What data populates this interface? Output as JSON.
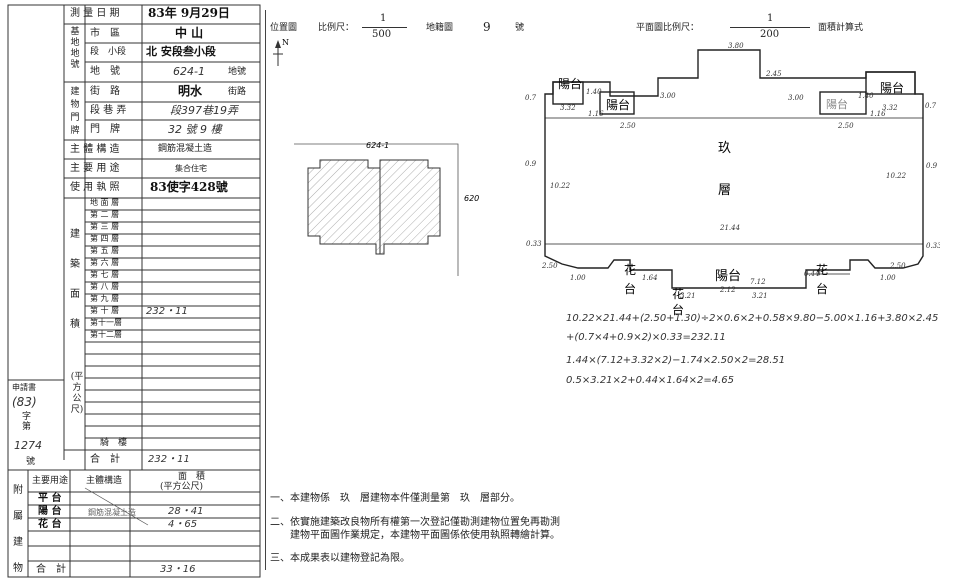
{
  "left": {
    "survey_date_label": "測 量 日 期",
    "survey_date": "83年 9月29日",
    "city_label": "市　區",
    "city": "中 山",
    "section_label": "段　小段",
    "section": "北 安段叁小段",
    "lot_label": "地　號",
    "lot": "624-1",
    "lot_suffix": "地號",
    "land_group": "基地地號",
    "door_group": "建物門牌",
    "street_label": "街　路",
    "street": "明水",
    "street_suffix": "街路",
    "lane_label": "段 巷 弄",
    "lane": "段397巷19弄",
    "number_label": "門　牌",
    "number": "32 號 9 樓",
    "structure_label": "主 體 構 造",
    "structure": "鋼筋混凝土造",
    "use_label": "主 要 用 途",
    "use": "集合住宅",
    "permit_label": "使 用 執 照",
    "permit": "83使字428號",
    "area_group": "建築面積",
    "area_unit": "(平方公尺)",
    "floors": [
      "地 面 層",
      "第 二 層",
      "第 三 層",
      "第 四 層",
      "第 五 層",
      "第 六 層",
      "第 七 層",
      "第 八 層",
      "第 九 層",
      "第 十 層",
      "第十一層",
      "第十二層"
    ],
    "ninth_area": "232・11",
    "arcade_label": "騎　樓",
    "total_label": "合　計",
    "total_area": "232・11",
    "application_label": "申請書",
    "application_no": "(83)",
    "application_word": "字第",
    "application_num": "1274",
    "application_hao": "號",
    "attached_group": "附屬建物",
    "attached_header_use": "主要用途",
    "attached_header_struct": "主體構造",
    "attached_header_area": "面　積",
    "attached_header_unit": "(平方公尺)",
    "attached_rows": [
      {
        "use": "平 台",
        "struct": "",
        "area": ""
      },
      {
        "use": "陽 台",
        "struct": "鋼筋混凝土造",
        "area": "28・41"
      },
      {
        "use": "花 台",
        "struct": "",
        "area": "4・65"
      }
    ],
    "attached_total_label": "合　計",
    "attached_total": "33・16"
  },
  "right": {
    "location_label": "位置圖",
    "scale_label": "比例尺：",
    "scale1_num": "1",
    "scale1_den": "500",
    "map_label": "地籍圖",
    "map_no": "9",
    "map_no_suffix": "號",
    "plan_label": "平面圖比例尺：",
    "scale2_num": "1",
    "scale2_den": "200",
    "calc_label": "面積計算式",
    "north": "N",
    "site_lot": "624-1",
    "site_depth": "620",
    "plan_floor_1": "玖",
    "plan_floor_2": "層",
    "balcony": "陽台",
    "flower": "花",
    "platform": "台",
    "dims": [
      "3.80",
      "2.45",
      "3.00",
      "3.00",
      "2.50",
      "2.50",
      "3.32",
      "3.32",
      "1.16",
      "1.16",
      "1.40",
      "1.40",
      "0.7",
      "0.7",
      "0.9",
      "0.9",
      "10.22",
      "10.22",
      "21.44",
      "2.50",
      "2.50",
      "1.00",
      "1.00",
      "0.33",
      "0.33",
      "1.64",
      "3.21",
      "2.12",
      "3.21",
      "7.12",
      "0.44"
    ],
    "formula_1": "10.22×21.44+(2.50+1.30)÷2×0.6×2+0.58×9.80−5.00×1.16+3.80×2.45",
    "formula_2": "+(0.7×4+0.9×2)×0.33=232.11",
    "formula_3": "1.44×(7.12+3.32×2)−1.74×2.50×2=28.51",
    "formula_4": "0.5×3.21×2+0.44×1.64×2=4.65",
    "note_1": "一、本建物係　玖　層建物本件僅測量第　玖　層部分。",
    "note_2a": "二、依實施建築改良物所有權第一次登記僅勘測建物位置免再勘測",
    "note_2b": "建物平面圖作業規定，本建物平面圖係依使用執照轉繪計算。",
    "note_3": "三、本成果表以建物登記為限。"
  }
}
